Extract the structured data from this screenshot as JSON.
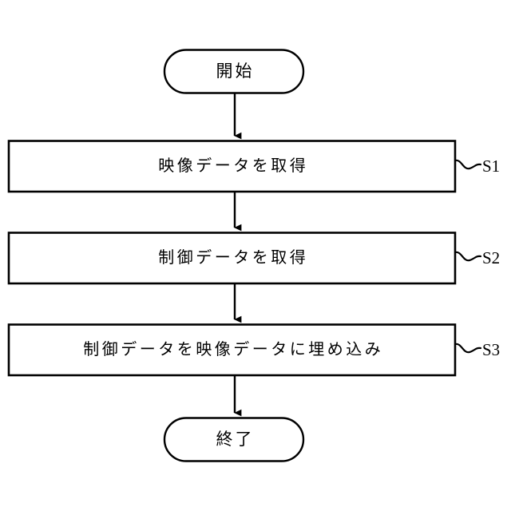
{
  "diagram": {
    "type": "flowchart",
    "orientation": "vertical",
    "background_color": "#ffffff",
    "line_color": "#000000",
    "title": "",
    "nodes": [
      {
        "id": "start",
        "shape": "terminator",
        "label": "開始",
        "step_tag": ""
      },
      {
        "id": "s1",
        "shape": "process",
        "label": "映像データを取得",
        "step_tag": "S1"
      },
      {
        "id": "s2",
        "shape": "process",
        "label": "制御データを取得",
        "step_tag": "S2"
      },
      {
        "id": "s3",
        "shape": "process",
        "label": "制御データを映像データに埋め込み",
        "step_tag": "S3"
      },
      {
        "id": "end",
        "shape": "terminator",
        "label": "終了",
        "step_tag": ""
      }
    ],
    "edges": [
      {
        "from": "start",
        "to": "s1",
        "arrow": "down"
      },
      {
        "from": "s1",
        "to": "s2",
        "arrow": "down"
      },
      {
        "from": "s2",
        "to": "s3",
        "arrow": "down"
      },
      {
        "from": "s3",
        "to": "end",
        "arrow": "down"
      }
    ],
    "leaders": [
      {
        "for": "s1",
        "style": "wavy",
        "label": "S1"
      },
      {
        "for": "s2",
        "style": "wavy",
        "label": "S2"
      },
      {
        "for": "s3",
        "style": "wavy",
        "label": "S3"
      }
    ]
  }
}
